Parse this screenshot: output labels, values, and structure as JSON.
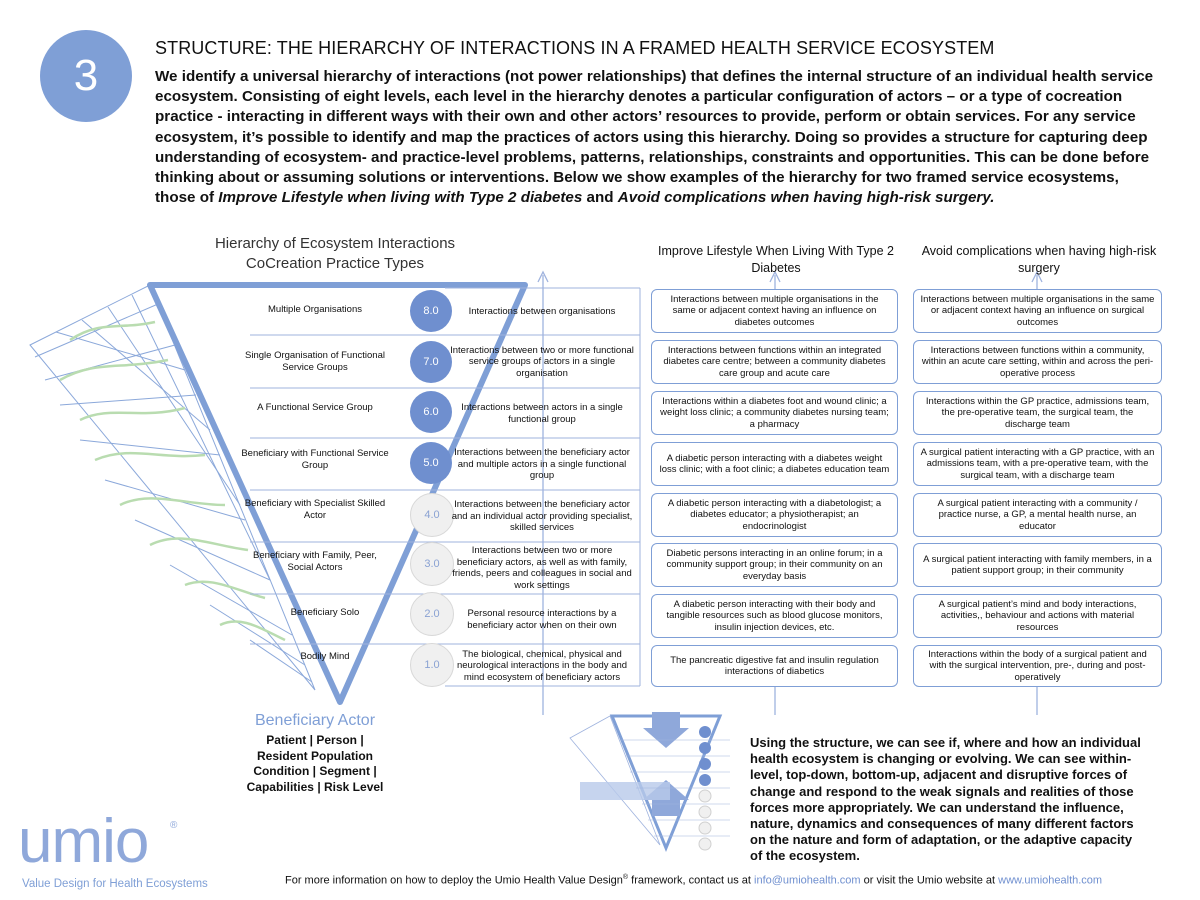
{
  "badge": "3",
  "title": "STRUCTURE: THE HIERARCHY OF INTERACTIONS IN A FRAMED HEALTH SERVICE ECOSYSTEM",
  "intro": {
    "text": "We identify a universal hierarchy of interactions (not power relationships) that defines the internal structure of an individual health service ecosystem. Consisting of eight levels, each level in the hierarchy denotes a particular configuration of actors – or a type of cocreation practice - interacting in different ways with their own and other actors’ resources to provide, perform or obtain services. For any service ecosystem, it’s possible to identify and map the practices of actors using this hierarchy. Doing so provides a structure for capturing deep understanding of ecosystem- and practice-level problems, patterns, relationships, constraints and opportunities. This can be done before thinking about or assuming solutions or interventions. Below we show examples of the hierarchy for two framed service ecosystems, those of ",
    "italic1": "Improve Lifestyle when living with Type 2 diabetes",
    "and": " and ",
    "italic2": "Avoid complications when having high-risk surgery."
  },
  "hierarchy_title_line1": "Hierarchy of Ecosystem Interactions",
  "hierarchy_title_line2": "CoCreation Practice Types",
  "column1_title": "Improve Lifestyle When Living With Type 2 Diabetes",
  "column2_title": "Avoid complications when having high-risk surgery",
  "levels": [
    {
      "number": "8.0",
      "label": "Multiple Organisations",
      "description": "Interactions between organisations",
      "diabetes": "Interactions between multiple organisations in the same or adjacent context having an influence on diabetes outcomes",
      "surgery": "Interactions between multiple organisations in the same or adjacent context having an influence on surgical outcomes"
    },
    {
      "number": "7.0",
      "label": "Single Organisation of Functional Service Groups",
      "description": "Interactions between two or more functional service groups of actors in a single organisation",
      "diabetes": "Interactions between functions within an integrated diabetes care centre; between a community diabetes care group and acute care",
      "surgery": "Interactions between functions within a community, within an acute care setting, within and across the peri-operative process"
    },
    {
      "number": "6.0",
      "label": "A Functional Service Group",
      "description": "Interactions between actors in a single functional group",
      "diabetes": "Interactions within a diabetes foot and wound clinic; a weight loss clinic; a community diabetes nursing team; a pharmacy",
      "surgery": "Interactions within the GP practice, admissions team, the pre-operative team, the surgical team, the discharge team"
    },
    {
      "number": "5.0",
      "label": "Beneficiary with Functional Service Group",
      "description": "Interactions between the beneficiary actor and multiple actors in a single functional group",
      "diabetes": "A diabetic person interacting with a diabetes weight loss clinic; with a foot clinic; a diabetes education team",
      "surgery": "A surgical patient interacting with a GP practice, with an admissions team, with a pre-operative team, with the surgical team, with a discharge team"
    },
    {
      "number": "4.0",
      "label": "Beneficiary with Specialist Skilled Actor",
      "description": "Interactions between the beneficiary actor and an individual actor providing specialist, skilled services",
      "diabetes": "A diabetic person interacting with a diabetologist; a diabetes educator; a physiotherapist; an endocrinologist",
      "surgery": "A surgical patient interacting with a community / practice nurse, a GP, a mental health nurse, an educator"
    },
    {
      "number": "3.0",
      "label": "Beneficiary with Family, Peer, Social Actors",
      "description": "Interactions between two or more beneficiary actors, as well as with family, friends, peers and colleagues in social and work settings",
      "diabetes": "Diabetic persons interacting in an online forum; in a community support group; in their community on an everyday basis",
      "surgery": "A surgical patient interacting with family members, in a patient support group; in their community"
    },
    {
      "number": "2.0",
      "label": "Beneficiary Solo",
      "description": "Personal resource interactions by a beneficiary actor when on their own",
      "diabetes": "A diabetic person interacting with their body and tangible resources such as blood glucose monitors, insulin injection devices, etc.",
      "surgery": "A surgical patient’s mind and body interactions, activities,, behaviour and actions with material resources"
    },
    {
      "number": "1.0",
      "label": "Bodily Mind",
      "description": "The biological, chemical, physical and neurological interactions in the body and mind ecosystem of beneficiary actors",
      "diabetes": "The pancreatic digestive fat and insulin regulation interactions of  diabetics",
      "surgery": "Interactions within the body of a surgical patient and with the surgical intervention, pre-, during and post-operatively"
    }
  ],
  "beneficiary": {
    "title": "Beneficiary Actor",
    "lines": [
      "Patient | Person |",
      "Resident Population",
      "Condition | Segment |",
      "Capabilities | Risk Level"
    ]
  },
  "summary": "Using the structure, we can see if, where and how an individual health ecosystem is changing or evolving. We can see within-level, top-down, bottom-up, adjacent and disruptive forces of change and respond to the weak signals and realities of those forces more appropriately. We can understand the influence, nature, dynamics and consequences of many different factors on the nature and form of adaptation, or the adaptive capacity of the ecosystem.",
  "logo": {
    "text": "umio",
    "registered": "®",
    "tagline": "Value Design for Health Ecosystems"
  },
  "footer": {
    "part1": "For more information on how to deploy the Umio Health Value Design",
    "reg": "®",
    "part2": " framework, contact us at ",
    "email": "info@umiohealth.com",
    "part3": " or visit the Umio website at ",
    "website": "www.umiohealth.com"
  },
  "colors": {
    "accent": "#7f9fd6",
    "dark_badge": "#6f8fcf",
    "arrow_green": "#b9dcb0"
  }
}
